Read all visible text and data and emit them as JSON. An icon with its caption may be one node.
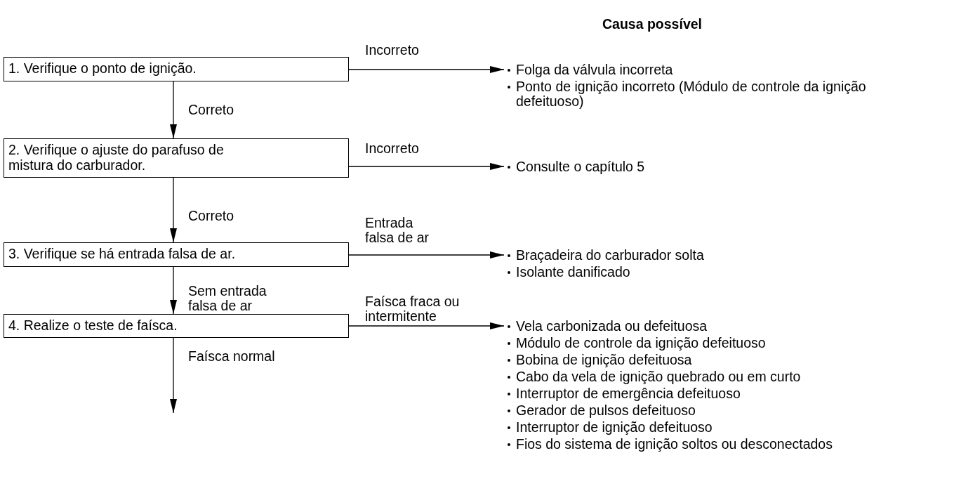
{
  "diagram": {
    "nodes": [
      {
        "text": [
          "1. Verifique o ponto de ignição."
        ]
      },
      {
        "text": [
          "Folga da válvula incorreta",
          "Ponto de ignição incorreto (Módulo de controle da ignição defeituoso)"
        ]
      },
      {
        "text": [
          "2. Verifique o ajuste do parafuso de mistura do carburador."
        ]
      },
      {
        "text": [
          "Consulte o capítulo 5"
        ]
      },
      {
        "text": [
          "3. Verifique se há entrada falsa de ar."
        ]
      },
      {
        "text": [
          "Braçadeira do carburador solta",
          "Isolante danificado"
        ]
      },
      {
        "text": [
          "4. Realize o teste de faísca."
        ]
      },
      {
        "text": [
          "Vela carbonizada ou defeituosa",
          "Módulo de controle da ignição defeituoso",
          "Bobina de ignição defeituosa",
          "Cabo da vela de ignição quebrado ou em curto",
          "Interruptor de emergência defeituoso",
          "Gerador de pulsos defeituoso",
          "Interruptor de ignição defeituoso",
          "Fios do sistema de ignição soltos ou desconectados"
        ]
      }
    ],
    "edges": [
      {
        "from": 0,
        "to": 1,
        "arrow": "to",
        "label": "Incorreto"
      },
      {
        "from": 0,
        "to": 2,
        "arrow": "to",
        "label": "Correto"
      },
      {
        "from": 2,
        "to": 3,
        "arrow": "to",
        "label": "Incorreto"
      },
      {
        "from": 2,
        "to": 4,
        "arrow": "to",
        "label": "Correto"
      },
      {
        "from": 4,
        "to": 5,
        "arrow": "to",
        "label": "Entrada falsa de ar"
      },
      {
        "from": 4,
        "to": 6,
        "arrow": "to",
        "label": "Sem entrada falsa de ar"
      },
      {
        "from": 6,
        "to": 7,
        "arrow": "to",
        "label": "Faísca fraca ou intermitente"
      },
      {
        "from": 6,
        "to": null,
        "arrow": "to",
        "label": "Faísca normal"
      }
    ],
    "labels": [
      "Causa possível"
    ]
  }
}
